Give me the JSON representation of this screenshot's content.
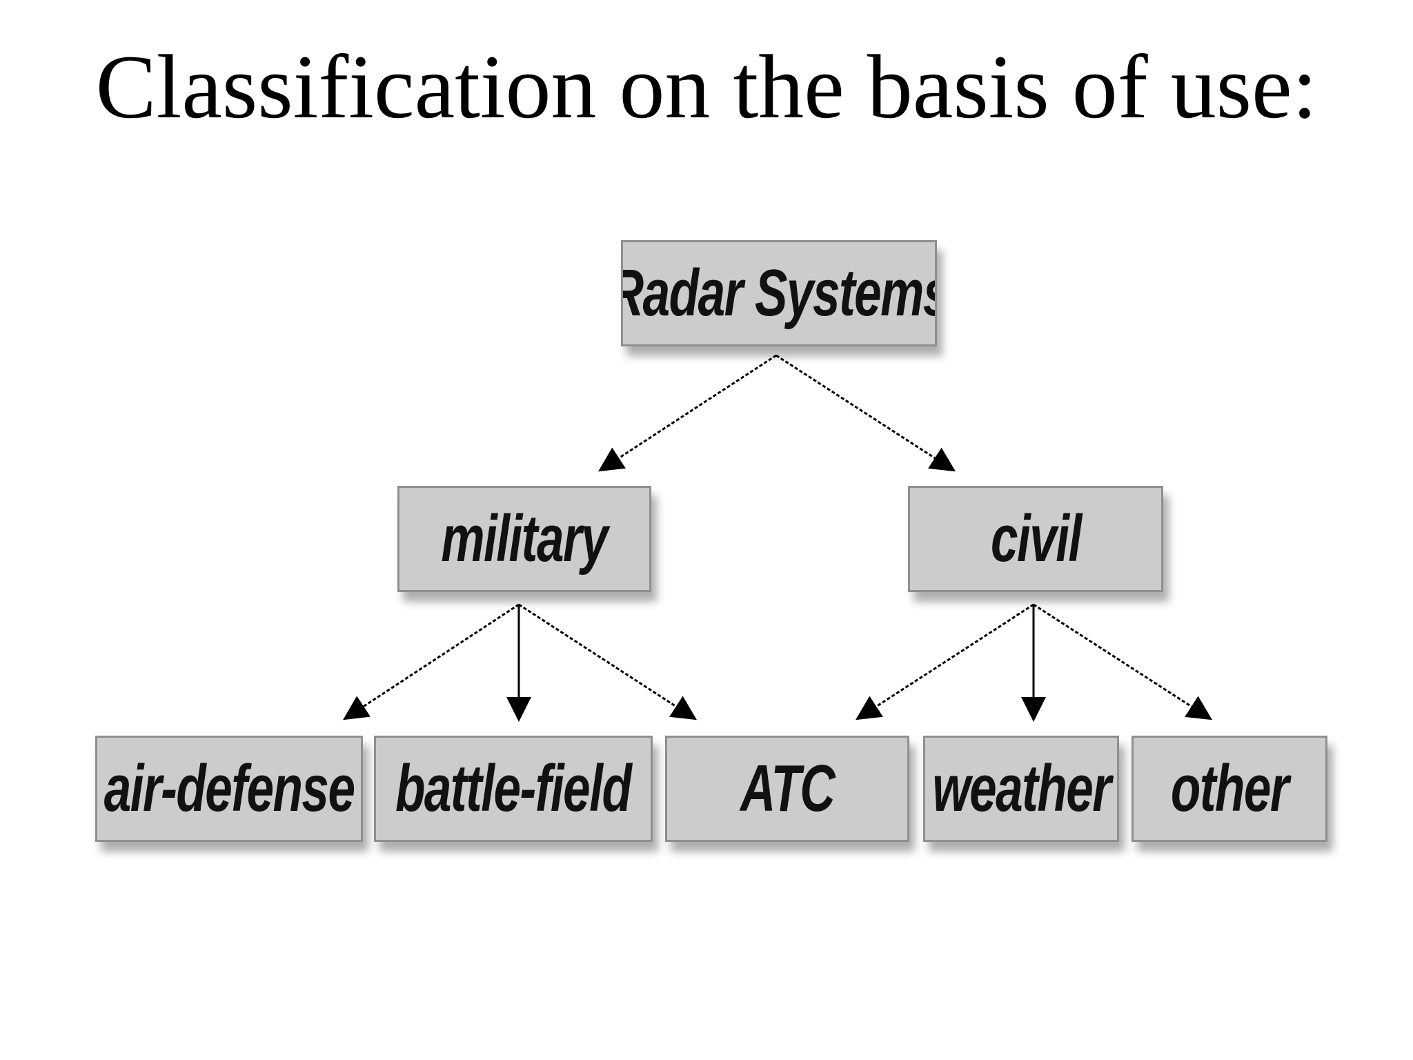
{
  "title": "Classification on the basis of use:",
  "tree": {
    "root": "Radar Systems",
    "level1": [
      "military",
      "civil"
    ],
    "level2": [
      "air-defense",
      "battle-field",
      "ATC",
      "weather",
      "other"
    ]
  },
  "edges": [
    [
      "Radar Systems",
      "military"
    ],
    [
      "Radar Systems",
      "civil"
    ],
    [
      "military",
      "air-defense"
    ],
    [
      "military",
      "battle-field"
    ],
    [
      "military",
      "ATC"
    ],
    [
      "civil",
      "ATC"
    ],
    [
      "civil",
      "weather"
    ],
    [
      "civil",
      "other"
    ]
  ],
  "colors": {
    "node_fill": "#cccccc",
    "node_border": "#8f8f8f",
    "arrow": "#000000"
  }
}
